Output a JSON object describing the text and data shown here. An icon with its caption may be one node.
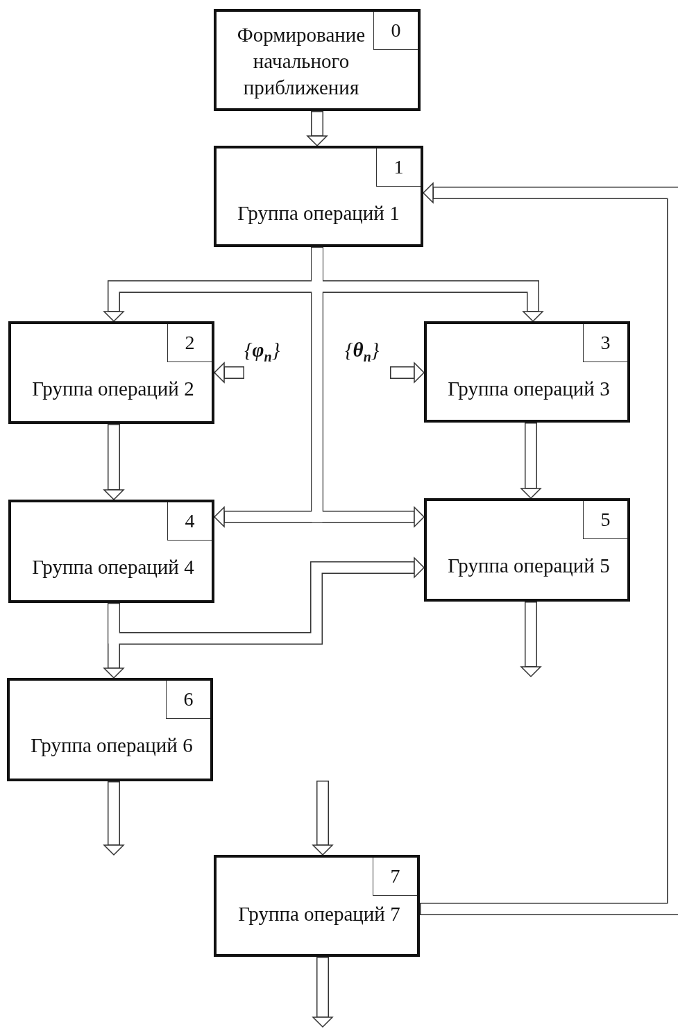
{
  "diagram": {
    "nodes": [
      {
        "text": [
          "Формирование начального приближения",
          "0"
        ]
      },
      {
        "text": [
          "1",
          "Группа операций 1"
        ]
      },
      {
        "text": [
          "2",
          "Группа операций 2"
        ]
      },
      {
        "text": [
          "3",
          "Группа операций 3"
        ]
      },
      {
        "text": [
          "4",
          "Группа операций 4"
        ]
      },
      {
        "text": [
          "5",
          "Группа операций 5"
        ]
      },
      {
        "text": [
          "6",
          "Группа операций 6"
        ]
      },
      {
        "text": [
          "7",
          "Группа операций 7"
        ]
      },
      {
        "text": [
          "{**φ**$_{n}$}"
        ]
      },
      {
        "text": [
          "{**θ**$_{n}$}"
        ]
      }
    ],
    "edges": [
      {
        "from": 0,
        "to": 1,
        "arrow": "to"
      },
      {
        "from": 1,
        "to": 2,
        "arrow": "to"
      },
      {
        "from": 1,
        "to": 3,
        "arrow": "to"
      },
      {
        "from": 1,
        "to": 4,
        "arrow": "to"
      },
      {
        "from": 1,
        "to": 5,
        "arrow": "to"
      },
      {
        "from": 8,
        "to": 2,
        "arrow": "to"
      },
      {
        "from": 9,
        "to": 3,
        "arrow": "to"
      },
      {
        "from": 2,
        "to": 4,
        "arrow": "to"
      },
      {
        "from": 3,
        "to": 5,
        "arrow": "to"
      },
      {
        "from": 4,
        "to": 5,
        "arrow": "to"
      },
      {
        "from": 4,
        "to": 6,
        "arrow": "to"
      },
      {
        "from": 5,
        "to": null,
        "arrow": "to"
      },
      {
        "from": 6,
        "to": null,
        "arrow": "to"
      },
      {
        "from": null,
        "to": 7,
        "arrow": "to"
      },
      {
        "from": 7,
        "to": null,
        "arrow": "to"
      },
      {
        "from": 7,
        "to": 1,
        "arrow": "to"
      }
    ]
  }
}
